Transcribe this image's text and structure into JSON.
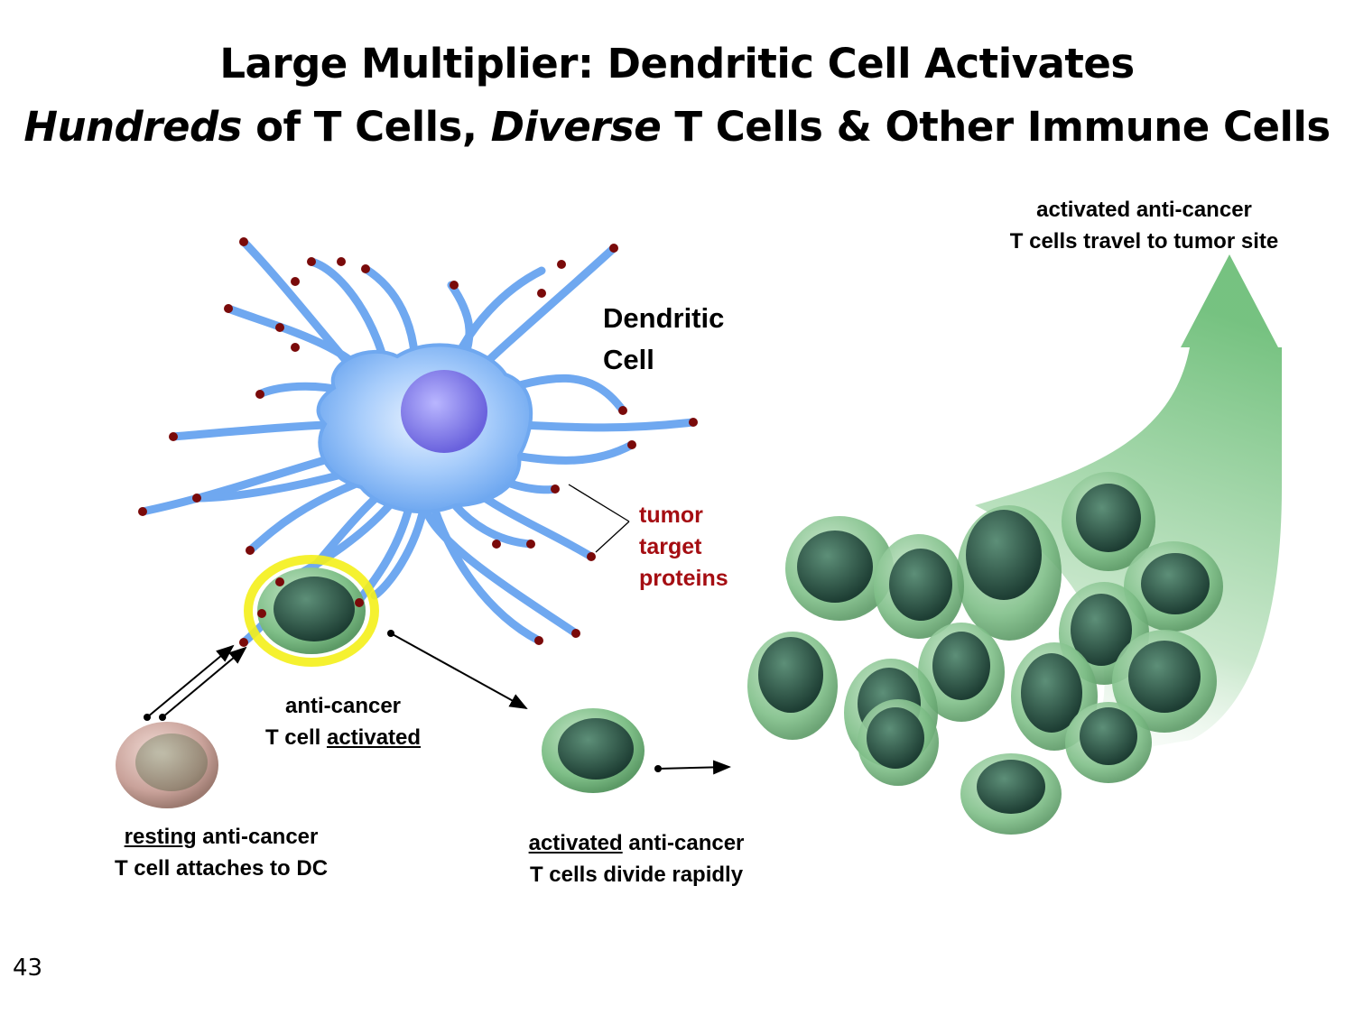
{
  "title": {
    "line1": "Large Multiplier:  Dendritic Cell Activates",
    "line2_part1": "Hundreds",
    "line2_part2": " of T Cells, ",
    "line2_part3": "Diverse",
    "line2_part4": " T Cells & Other Immune Cells"
  },
  "labels": {
    "dendritic_line1": "Dendritic",
    "dendritic_line2": "Cell",
    "tumor_line1": "tumor",
    "tumor_line2": "target",
    "tumor_line3": "proteins",
    "travel_line1": "activated anti-cancer",
    "travel_line2": "T cells travel to tumor site",
    "activated_line1": "anti-cancer",
    "activated_line2_plain": "T cell ",
    "activated_line2_underlined": "activated",
    "resting_underlined": "resting",
    "resting_line1_rest": " anti-cancer",
    "resting_line2": "T cell attaches to DC",
    "divide_underlined": "activated",
    "divide_line1_rest": " anti-cancer",
    "divide_line2": "T cells divide rapidly"
  },
  "page_number": "43",
  "colors": {
    "dendritic_cell": "#6fa8f0",
    "nucleus": "#7f7ae8",
    "tumor_protein_dot": "#7a0a0a",
    "tumor_label": "#a50d12",
    "t_cell_green": "#4f8f5e",
    "resting_t_cell": "#c39a92",
    "activation_glow": "#f4ef1a",
    "travel_arrow": "#6fbf7a"
  }
}
